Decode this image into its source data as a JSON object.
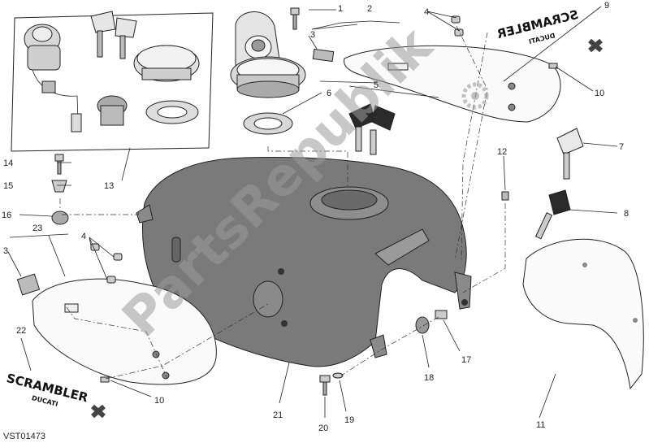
{
  "diagram": {
    "drawing_code": "VST01473",
    "callouts": [
      "1",
      "2",
      "3",
      "4",
      "5",
      "6",
      "7",
      "8",
      "9",
      "10",
      "11",
      "12",
      "13",
      "14",
      "15",
      "16",
      "17",
      "18",
      "19",
      "20",
      "21",
      "22",
      "23"
    ],
    "badges": {
      "brand_main": "SCRAMBLER",
      "brand_sub": "DUCATI"
    },
    "watermark": "PartsRepublik",
    "colors": {
      "tank_fill": "#7a7a7a",
      "outline": "#222222",
      "watermark": "#9a9a9a"
    }
  }
}
